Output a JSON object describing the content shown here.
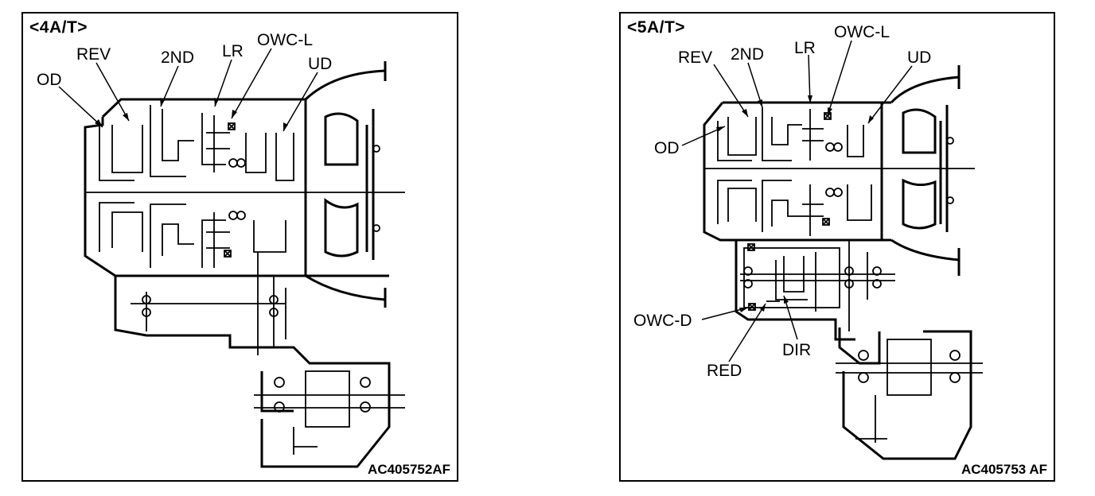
{
  "panels": [
    {
      "title": "<4A/T>",
      "code": "AC405752AF",
      "labels": [
        "OD",
        "REV",
        "2ND",
        "LR",
        "OWC-L",
        "UD"
      ]
    },
    {
      "title": "<5A/T>",
      "code": "AC405753 AF",
      "labels": [
        "REV",
        "2ND",
        "LR",
        "OWC-L",
        "UD",
        "OD",
        "OWC-D",
        "RED",
        "DIR"
      ]
    }
  ]
}
